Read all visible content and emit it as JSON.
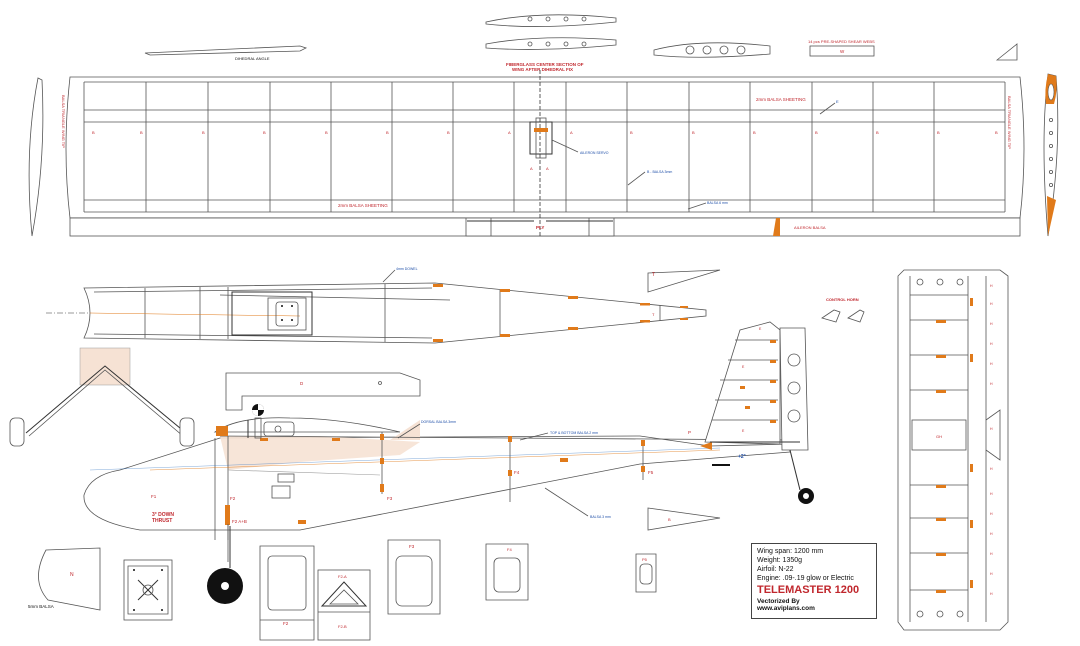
{
  "labels": {
    "dihedral_angle": "DIHEDRAL ANGLE",
    "fiberglass_center": "FIBERGLASS CENTER SECTION OF",
    "fiberglass_center2": "WING AFTER DIHEDRAL FIX",
    "shear_webs": "14 pcs PRE-SHAPED SHEAR WEBS",
    "w": "W",
    "sheeting_2mm": "2mm BALSA SHEETING",
    "balsa_triangle_wing_tip": "BALSA TRIANGLE WING TIP",
    "aileron_servo": "AILERON SERVO",
    "b_balsa": "B - BALSA 3mm",
    "balsa": "BALSA 6 mm",
    "ply": "PLY",
    "aileron_balsa": "AILERON BALSA",
    "rib_a": "A",
    "rib_b": "B",
    "dowel_4mm": "4mm DOWEL",
    "control_horn": "CONTROL HORN",
    "t": "T",
    "d": "D",
    "p": "P",
    "e": "E",
    "dorsal_balsa": "DORSAL BALSA 3mm",
    "top_bottom_balsa": "TOP & BOTTOM BALSA 2 mm",
    "balsa_3mm": "BALSA 3 mm",
    "plus2": "+2°",
    "f1": "F1",
    "f2": "F2",
    "f2ab": "F2 A+B",
    "f3": "F3",
    "f4": "F4",
    "f5": "F5",
    "down_thrust": "3° DOWN",
    "down_thrust2": "THRUST",
    "n": "N",
    "balsa_5mm": "5mm BALSA",
    "f2a": "F2-A",
    "f2b": "F2-B",
    "pg": "P5",
    "gh": "GH",
    "h": "H"
  },
  "info": {
    "wing_span": "Wing span: 1200 mm",
    "weight": "Weight: 1350g",
    "airfoil": "Airfoil: N-22",
    "engine": "Engine: .09-.19 glow or Electric",
    "title": "TELEMASTER 1200",
    "vectorized": "Vectorized By",
    "site": "www.aviplans.com"
  }
}
